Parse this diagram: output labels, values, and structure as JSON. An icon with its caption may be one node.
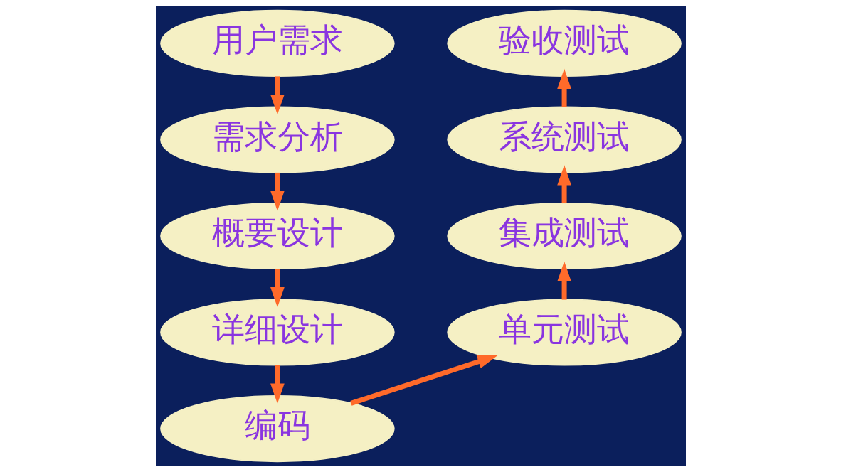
{
  "diagram": {
    "nodes": [
      {
        "text": [
          "用户需求"
        ]
      },
      {
        "text": [
          "需求分析"
        ]
      },
      {
        "text": [
          "概要设计"
        ]
      },
      {
        "text": [
          "详细设计"
        ]
      },
      {
        "text": [
          "编码"
        ]
      },
      {
        "text": [
          "单元测试"
        ]
      },
      {
        "text": [
          "集成测试"
        ]
      },
      {
        "text": [
          "系统测试"
        ]
      },
      {
        "text": [
          "验收测试"
        ]
      }
    ],
    "edges": [
      {
        "from": 0,
        "to": 1,
        "arrow": "to"
      },
      {
        "from": 1,
        "to": 2,
        "arrow": "to"
      },
      {
        "from": 2,
        "to": 3,
        "arrow": "to"
      },
      {
        "from": 3,
        "to": 4,
        "arrow": "to"
      },
      {
        "from": 4,
        "to": 5,
        "arrow": "to"
      },
      {
        "from": 5,
        "to": 6,
        "arrow": "to"
      },
      {
        "from": 6,
        "to": 7,
        "arrow": "to"
      },
      {
        "from": 7,
        "to": 8,
        "arrow": "to"
      }
    ]
  }
}
